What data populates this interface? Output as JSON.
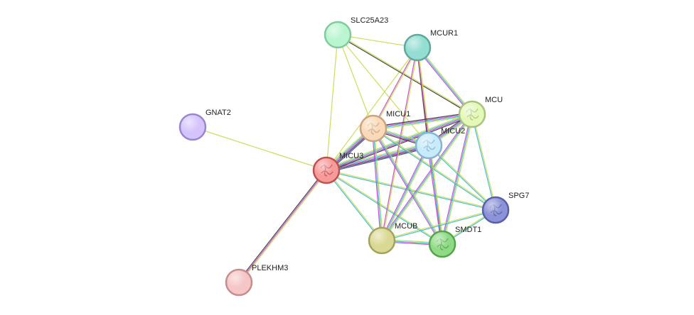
{
  "network": {
    "nodes": [
      {
        "id": "SLC25A23",
        "label": "SLC25A23",
        "color": "#b9f5cf",
        "stroke": "#7fcb9d",
        "icon": ""
      },
      {
        "id": "MCUR1",
        "label": "MCUR1",
        "color": "#93ddd2",
        "stroke": "#5ea89c",
        "icon": ""
      },
      {
        "id": "MCU",
        "label": "MCU",
        "color": "#e4f8b8",
        "stroke": "#a9c27f",
        "icon": "protein-structure-icon"
      },
      {
        "id": "GNAT2",
        "label": "GNAT2",
        "color": "#d5c4fb",
        "stroke": "#9a86cc",
        "icon": ""
      },
      {
        "id": "MICU1",
        "label": "MICU1",
        "color": "#f9d9b9",
        "stroke": "#caa47e",
        "icon": "protein-structure-icon"
      },
      {
        "id": "MICU2",
        "label": "MICU2",
        "color": "#c7ebfb",
        "stroke": "#85b5cc",
        "icon": "protein-structure-icon"
      },
      {
        "id": "MICU3",
        "label": "MICU3",
        "color": "#f79a9a",
        "stroke": "#c0504f",
        "icon": "protein-structure-icon"
      },
      {
        "id": "SPG7",
        "label": "SPG7",
        "color": "#8c93d8",
        "stroke": "#575fa8",
        "icon": "protein-structure-icon"
      },
      {
        "id": "MCUB",
        "label": "MCUB",
        "color": "#dad994",
        "stroke": "#a4a35e",
        "icon": ""
      },
      {
        "id": "SMDT1",
        "label": "SMDT1",
        "color": "#8fdb85",
        "stroke": "#55a34c",
        "icon": "protein-structure-icon"
      },
      {
        "id": "PLEKHM3",
        "label": "PLEKHM3",
        "color": "#f6c6c6",
        "stroke": "#c58e8e",
        "icon": ""
      }
    ],
    "evidence_colors": {
      "textmining": "#c6d94b",
      "database": "#33b8d6",
      "experiments": "#c43fc9",
      "coexpression": "#333333",
      "cooccurrence": "#3a3aa8"
    },
    "edges": [
      {
        "source": "MICU3",
        "target": "GNAT2",
        "evidence": [
          "textmining"
        ]
      },
      {
        "source": "MICU3",
        "target": "PLEKHM3",
        "evidence": [
          "textmining",
          "experiments",
          "coexpression"
        ]
      },
      {
        "source": "MICU3",
        "target": "SLC25A23",
        "evidence": [
          "textmining"
        ]
      },
      {
        "source": "MICU3",
        "target": "MCUR1",
        "evidence": [
          "textmining"
        ]
      },
      {
        "source": "MICU3",
        "target": "MICU1",
        "evidence": [
          "textmining",
          "database",
          "experiments",
          "coexpression",
          "cooccurrence"
        ]
      },
      {
        "source": "MICU3",
        "target": "MICU2",
        "evidence": [
          "textmining",
          "database",
          "experiments",
          "coexpression",
          "cooccurrence"
        ]
      },
      {
        "source": "MICU3",
        "target": "MCU",
        "evidence": [
          "textmining",
          "database",
          "experiments",
          "coexpression"
        ]
      },
      {
        "source": "MICU3",
        "target": "SPG7",
        "evidence": [
          "textmining",
          "database"
        ]
      },
      {
        "source": "MICU3",
        "target": "MCUB",
        "evidence": [
          "textmining",
          "database"
        ]
      },
      {
        "source": "MICU3",
        "target": "SMDT1",
        "evidence": [
          "textmining",
          "database"
        ]
      },
      {
        "source": "SLC25A23",
        "target": "MCUR1",
        "evidence": [
          "textmining"
        ]
      },
      {
        "source": "SLC25A23",
        "target": "MCU",
        "evidence": [
          "textmining",
          "coexpression"
        ]
      },
      {
        "source": "SLC25A23",
        "target": "MICU1",
        "evidence": [
          "textmining"
        ]
      },
      {
        "source": "SLC25A23",
        "target": "MICU2",
        "evidence": [
          "textmining"
        ]
      },
      {
        "source": "MCUR1",
        "target": "MCU",
        "evidence": [
          "textmining",
          "database",
          "experiments"
        ]
      },
      {
        "source": "MCUR1",
        "target": "MICU1",
        "evidence": [
          "textmining",
          "experiments"
        ]
      },
      {
        "source": "MCUR1",
        "target": "MICU2",
        "evidence": [
          "textmining",
          "coexpression"
        ]
      },
      {
        "source": "MCUR1",
        "target": "MCUB",
        "evidence": [
          "textmining",
          "experiments"
        ]
      },
      {
        "source": "MCUR1",
        "target": "SMDT1",
        "evidence": [
          "textmining",
          "experiments"
        ]
      },
      {
        "source": "MCU",
        "target": "MICU1",
        "evidence": [
          "textmining",
          "database",
          "experiments",
          "coexpression"
        ]
      },
      {
        "source": "MCU",
        "target": "MICU2",
        "evidence": [
          "textmining",
          "database",
          "experiments",
          "coexpression"
        ]
      },
      {
        "source": "MCU",
        "target": "MCUB",
        "evidence": [
          "textmining",
          "database",
          "experiments"
        ]
      },
      {
        "source": "MCU",
        "target": "SMDT1",
        "evidence": [
          "textmining",
          "database",
          "experiments"
        ]
      },
      {
        "source": "MCU",
        "target": "SPG7",
        "evidence": [
          "textmining",
          "database"
        ]
      },
      {
        "source": "MICU1",
        "target": "MICU2",
        "evidence": [
          "textmining",
          "database",
          "experiments",
          "coexpression"
        ]
      },
      {
        "source": "MICU1",
        "target": "MCUB",
        "evidence": [
          "textmining",
          "database",
          "experiments"
        ]
      },
      {
        "source": "MICU1",
        "target": "SMDT1",
        "evidence": [
          "textmining",
          "database",
          "experiments"
        ]
      },
      {
        "source": "MICU1",
        "target": "SPG7",
        "evidence": [
          "textmining",
          "database"
        ]
      },
      {
        "source": "MICU2",
        "target": "MCUB",
        "evidence": [
          "textmining",
          "database",
          "experiments"
        ]
      },
      {
        "source": "MICU2",
        "target": "SMDT1",
        "evidence": [
          "textmining",
          "database",
          "experiments"
        ]
      },
      {
        "source": "MICU2",
        "target": "SPG7",
        "evidence": [
          "textmining",
          "database"
        ]
      },
      {
        "source": "MCUB",
        "target": "SMDT1",
        "evidence": [
          "textmining",
          "database",
          "experiments"
        ]
      },
      {
        "source": "SMDT1",
        "target": "SPG7",
        "evidence": [
          "textmining",
          "database"
        ]
      },
      {
        "source": "MCUB",
        "target": "SPG7",
        "evidence": [
          "textmining",
          "database"
        ]
      }
    ]
  }
}
